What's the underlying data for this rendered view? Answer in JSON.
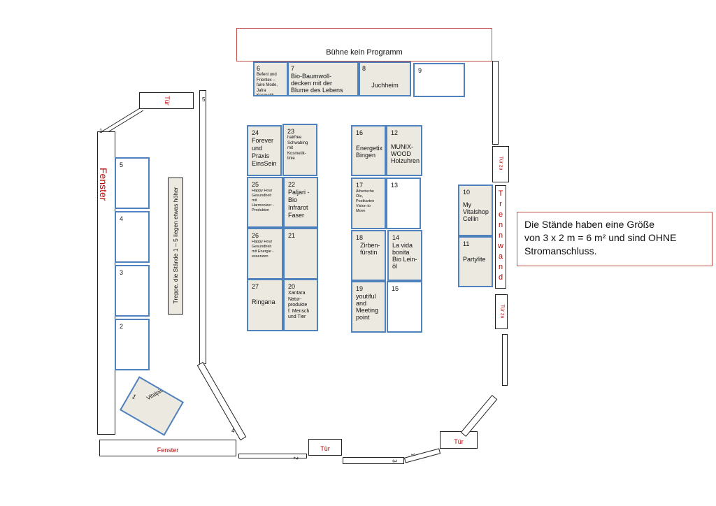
{
  "stage": {
    "label": "Bühne kein Programm"
  },
  "window_left": {
    "label": "Fenster"
  },
  "window_bottom": {
    "label": "Fenster"
  },
  "stairs": {
    "label": "Treppe, die Stände 1 – 5 liegen etwas höher"
  },
  "partition": {
    "letters": [
      "T",
      "r",
      "e",
      "n",
      "n",
      "w",
      "a",
      "n",
      "d"
    ]
  },
  "notice": {
    "line1": "Die Stände haben eine Größe",
    "line2": "von 3 x 2 m = 6 m² und sind OHNE",
    "line3": "Stromanschluss."
  },
  "doors": {
    "top_left": "Tür",
    "right_closed_upper": "Tür zu",
    "right_closed_lower": "Tür zu",
    "bottom_right": "Tür",
    "bottom_center": "Tür"
  },
  "wall_numbers": {
    "w1": "1",
    "w2": "2",
    "w3": "3",
    "w4": "4",
    "w5": "5"
  },
  "booths": [
    {
      "num": "1",
      "label": "Vitalpilze"
    },
    {
      "num": "2",
      "label": ""
    },
    {
      "num": "3",
      "label": ""
    },
    {
      "num": "4",
      "label": ""
    },
    {
      "num": "5",
      "label": ""
    },
    {
      "num": "6",
      "label": "Befeni und Frientex –\nfaire Mode,\nJafra Kosmetik,\nThomas Sabo"
    },
    {
      "num": "7",
      "label": "Bio-Baumwoll-\ndecken mit der\nBlume des Lebens"
    },
    {
      "num": "8",
      "label": "Juchheim"
    },
    {
      "num": "9",
      "label": ""
    },
    {
      "num": "10",
      "label": "My\nVitalshop\nCellin"
    },
    {
      "num": "11",
      "label": "Partylite"
    },
    {
      "num": "12",
      "label": "MUNIX-\nWOOD\nHolzuhren"
    },
    {
      "num": "13",
      "label": ""
    },
    {
      "num": "14",
      "label": "La vida\nbonita\nBio Lein-\nöl"
    },
    {
      "num": "15",
      "label": ""
    },
    {
      "num": "16",
      "label": "Energetix\nBingen"
    },
    {
      "num": "17",
      "label": "Ätherische\nÖle,\nPostkarten\nVision to\nMove"
    },
    {
      "num": "18",
      "label": "Zirben-\nfürstin"
    },
    {
      "num": "19",
      "label": "youtiful\nand\nMeeting\npoint"
    },
    {
      "num": "20",
      "label": "Xantara\nNatur-\nprodukte\nf. Mensch\nund Tier"
    },
    {
      "num": "21",
      "label": ""
    },
    {
      "num": "22",
      "label": "Paljari -\nBio\nInfrarot\nFaser"
    },
    {
      "num": "23",
      "label": "hairfree\nSchwabing\nmit\nKosmetik-\nlinie"
    },
    {
      "num": "24",
      "label": "Forever\nund\nPraxis\nEinsSein"
    },
    {
      "num": "25",
      "label": "Happy Hour\nGesundheit\nmit\nHarmonizer -\nProdukten"
    },
    {
      "num": "26",
      "label": "Happy Hour\nGesundheit\nmit Energie -\nessenzen"
    },
    {
      "num": "27",
      "label": "Ringana"
    }
  ]
}
